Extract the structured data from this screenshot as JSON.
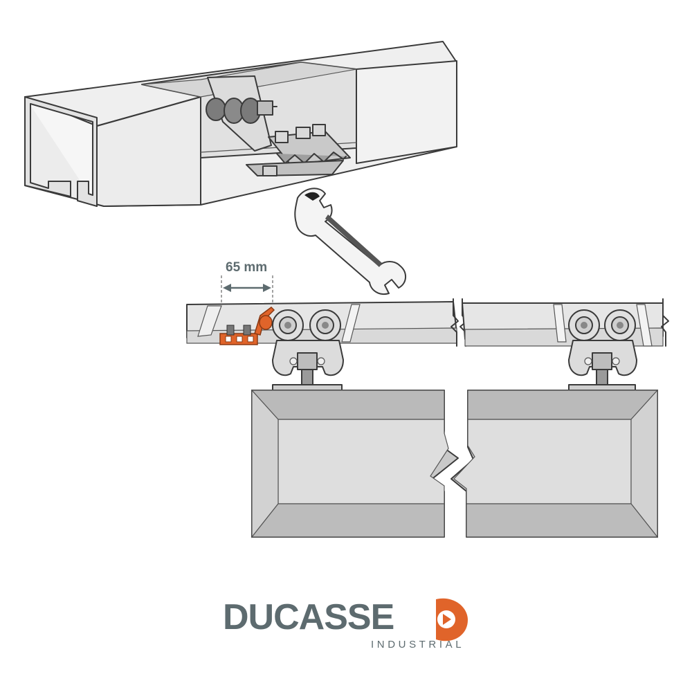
{
  "dimension": {
    "label": "65 mm"
  },
  "brand": {
    "name": "DUCASSE",
    "subtitle": "INDUSTRIAL"
  },
  "colors": {
    "accent": "#e0642a",
    "brand_gray": "#5d6b6f",
    "rail": "#e6e6e6",
    "door": "#cfcfcf"
  },
  "icons": [
    "wrench-icon",
    "ducasse-logo-icon"
  ]
}
